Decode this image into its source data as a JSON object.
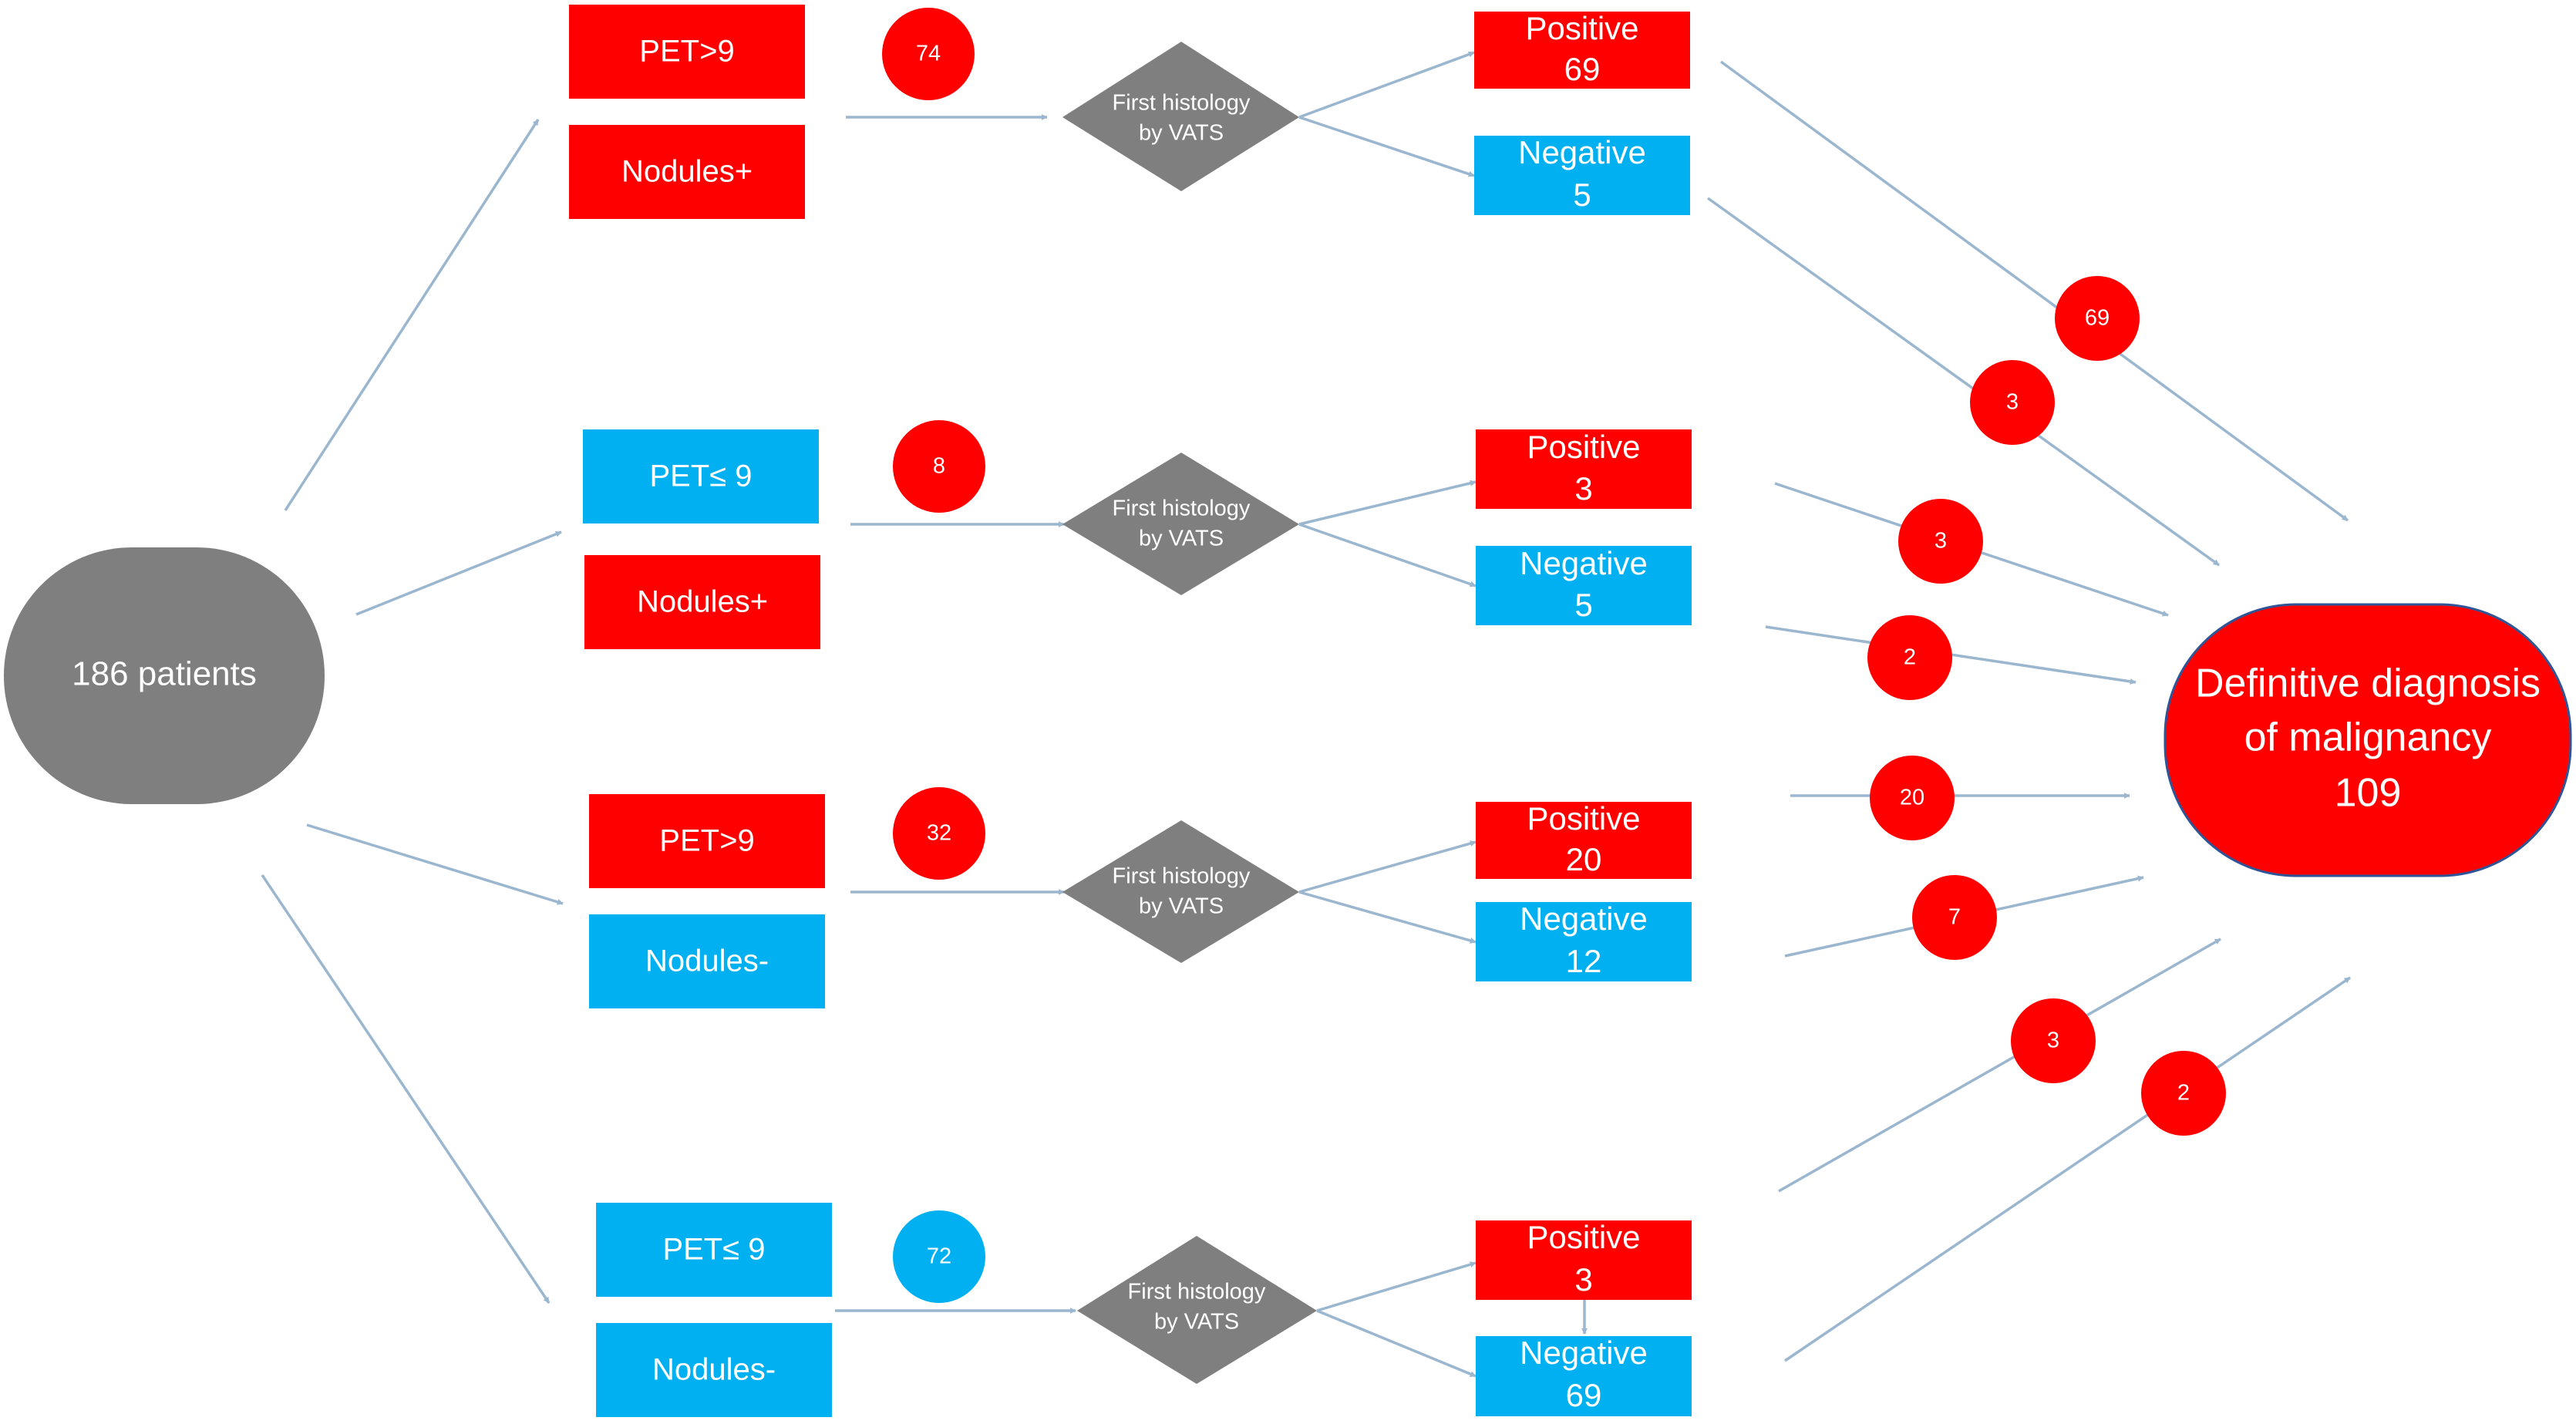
{
  "colors": {
    "red": "#ff0000",
    "blue": "#00b0f0",
    "gray": "#7f7f7f",
    "connector": "#9bb6cf",
    "text": "#ffffff"
  },
  "start": {
    "label": "186 patients"
  },
  "end": {
    "lines": [
      "Definitive diagnosis",
      "of malignancy",
      "109"
    ]
  },
  "groups": [
    {
      "pet": "PET>9",
      "pet_color": "red",
      "nodules": "Nodules+",
      "nodules_color": "red",
      "count": "74",
      "count_color": "red",
      "histology": [
        "First histology",
        "by VATS"
      ],
      "positive": {
        "label": "Positive",
        "count": "69"
      },
      "negative": {
        "label": "Negative",
        "count": "5"
      }
    },
    {
      "pet": "PET≤ 9",
      "pet_color": "blue",
      "nodules": "Nodules+",
      "nodules_color": "red",
      "count": "8",
      "count_color": "red",
      "histology": [
        "First histology",
        "by VATS"
      ],
      "positive": {
        "label": "Positive",
        "count": "3"
      },
      "negative": {
        "label": "Negative",
        "count": "5"
      }
    },
    {
      "pet": "PET>9",
      "pet_color": "red",
      "nodules": "Nodules-",
      "nodules_color": "blue",
      "count": "32",
      "count_color": "red",
      "histology": [
        "First histology",
        "by VATS"
      ],
      "positive": {
        "label": "Positive",
        "count": "20"
      },
      "negative": {
        "label": "Negative",
        "count": "12"
      }
    },
    {
      "pet": "PET≤ 9",
      "pet_color": "blue",
      "nodules": "Nodules-",
      "nodules_color": "blue",
      "count": "72",
      "count_color": "blue",
      "histology": [
        "First histology",
        "by VATS"
      ],
      "positive": {
        "label": "Positive",
        "count": "3"
      },
      "negative": {
        "label": "Negative",
        "count": "69"
      }
    }
  ],
  "to_diagnosis": [
    "69",
    "3",
    "3",
    "2",
    "20",
    "7",
    "3",
    "2"
  ]
}
